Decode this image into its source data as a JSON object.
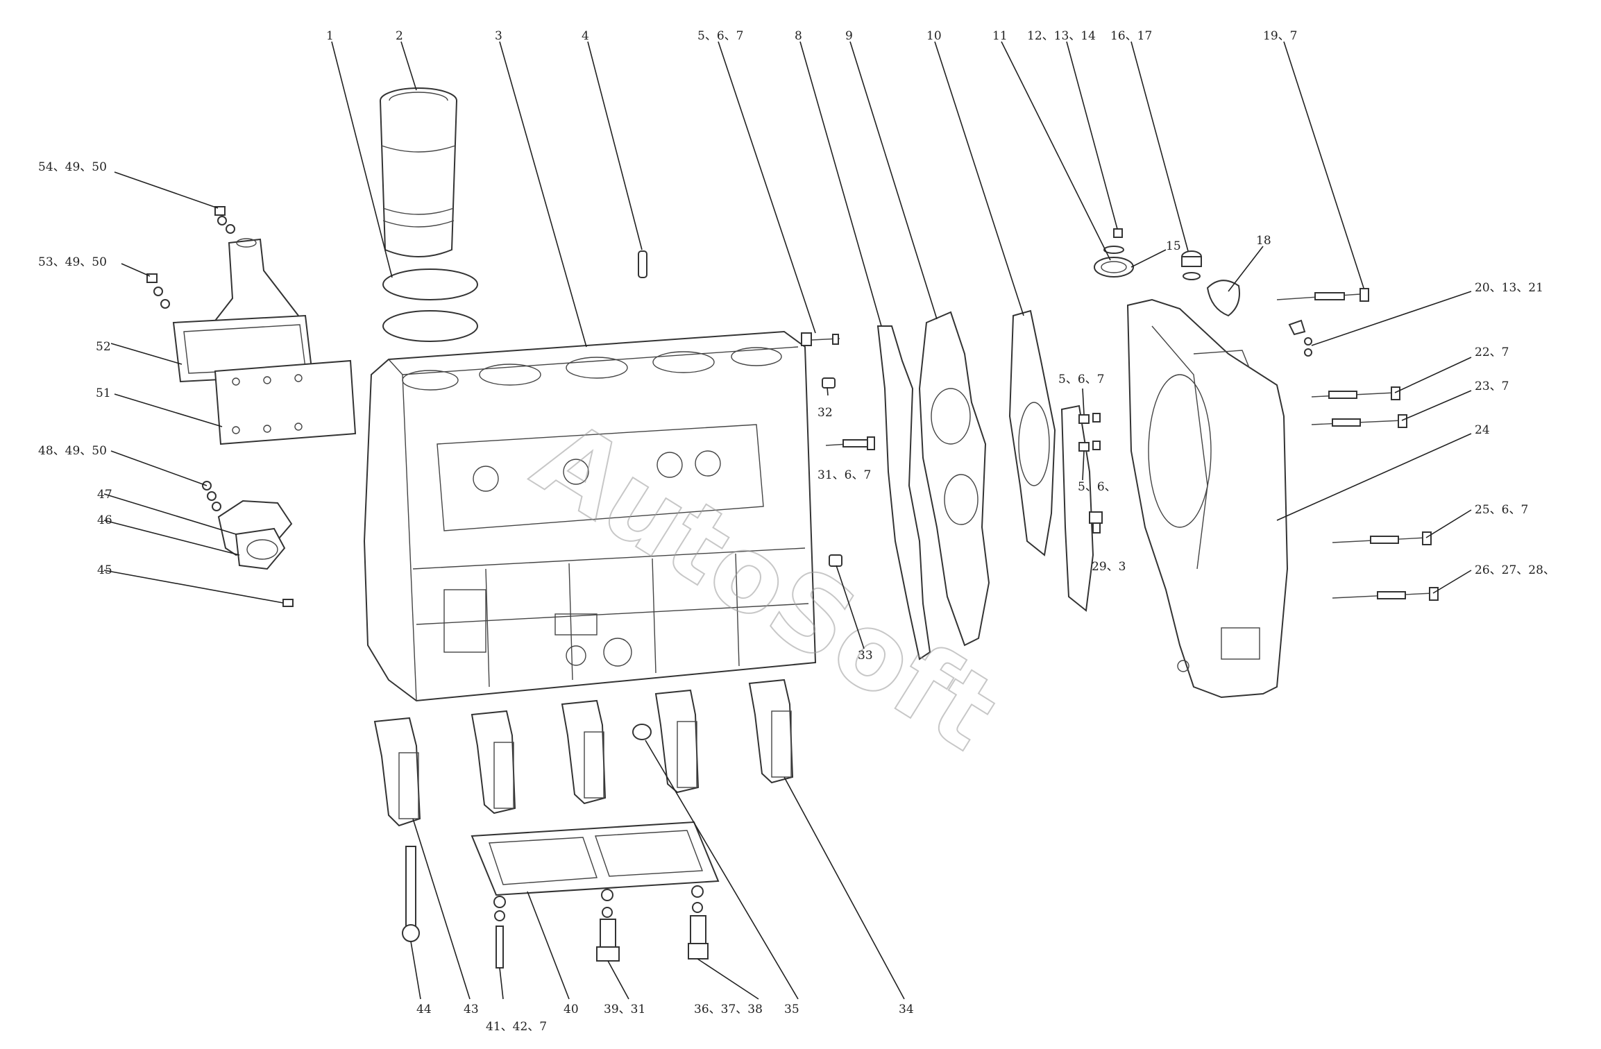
{
  "watermark": "AutoSoft",
  "callouts": [
    {
      "id": "c1",
      "text": "1"
    },
    {
      "id": "c2",
      "text": "2"
    },
    {
      "id": "c3",
      "text": "3"
    },
    {
      "id": "c4",
      "text": "4"
    },
    {
      "id": "c5",
      "text": "5、6、7"
    },
    {
      "id": "c8",
      "text": "8"
    },
    {
      "id": "c9",
      "text": "9"
    },
    {
      "id": "c10",
      "text": "10"
    },
    {
      "id": "c11",
      "text": "11"
    },
    {
      "id": "c12",
      "text": "12、13、14"
    },
    {
      "id": "c16",
      "text": "16、17"
    },
    {
      "id": "c19",
      "text": "19、7"
    },
    {
      "id": "c15",
      "text": "15"
    },
    {
      "id": "c18",
      "text": "18"
    },
    {
      "id": "c20",
      "text": "20、13、21"
    },
    {
      "id": "c22",
      "text": "22、7"
    },
    {
      "id": "c23",
      "text": "23、7"
    },
    {
      "id": "c24",
      "text": "24"
    },
    {
      "id": "c25",
      "text": "25、6、7"
    },
    {
      "id": "c26",
      "text": "26、27、28、"
    },
    {
      "id": "c54",
      "text": "54、49、50"
    },
    {
      "id": "c53",
      "text": "53、49、50"
    },
    {
      "id": "c52",
      "text": "52"
    },
    {
      "id": "c51",
      "text": "51"
    },
    {
      "id": "c48",
      "text": "48、49、50"
    },
    {
      "id": "c47",
      "text": "47"
    },
    {
      "id": "c46",
      "text": "46"
    },
    {
      "id": "c45",
      "text": "45"
    },
    {
      "id": "c32",
      "text": "32"
    },
    {
      "id": "c31",
      "text": "31、6、7"
    },
    {
      "id": "c33",
      "text": "33"
    },
    {
      "id": "c5b",
      "text": "5、6、7"
    },
    {
      "id": "c5c",
      "text": "5、6、"
    },
    {
      "id": "c29",
      "text": "29、3"
    },
    {
      "id": "c44",
      "text": "44"
    },
    {
      "id": "c43",
      "text": "43"
    },
    {
      "id": "c41",
      "text": "41、42、7"
    },
    {
      "id": "c40",
      "text": "40"
    },
    {
      "id": "c39",
      "text": "39、31"
    },
    {
      "id": "c36",
      "text": "36、37、38"
    },
    {
      "id": "c35",
      "text": "35"
    },
    {
      "id": "c34",
      "text": "34"
    }
  ]
}
